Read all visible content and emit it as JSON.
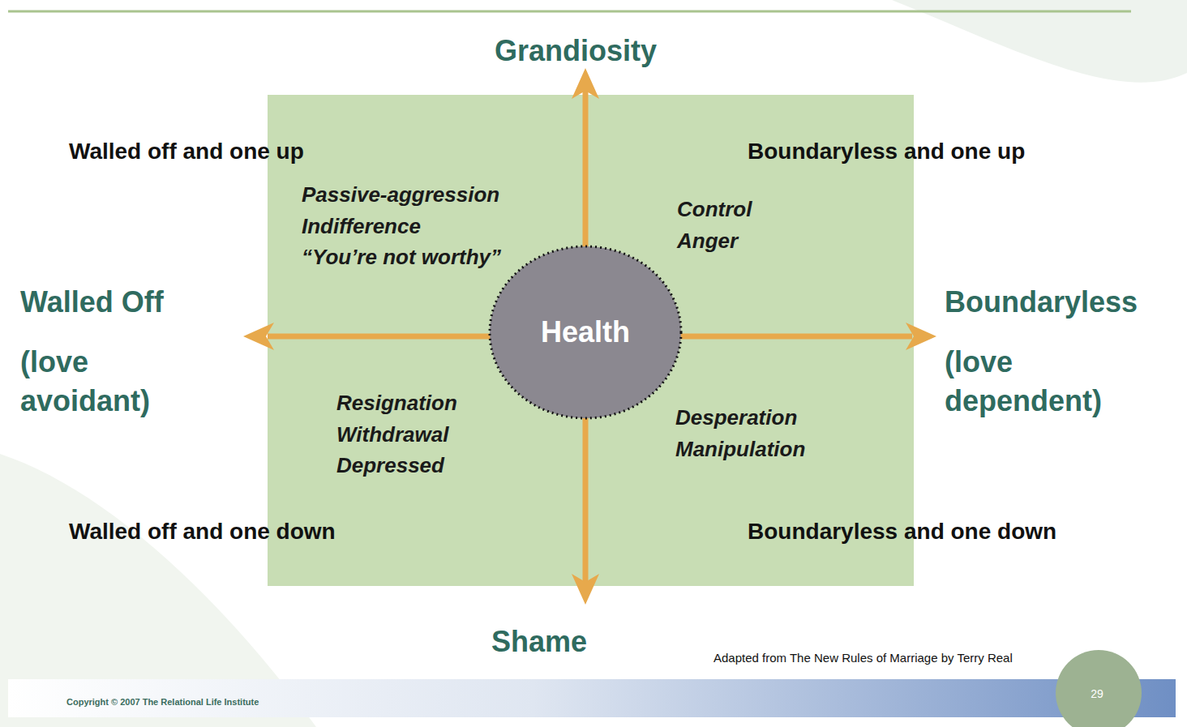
{
  "diagram": {
    "caption": "Adapted from The New Rules of Marriage by Terry Real",
    "nodes": [
      {
        "text": [
          "Health"
        ]
      }
    ],
    "labels": [
      "Grandiosity",
      "Walled Off",
      "(love avoidant)",
      "Boundaryless",
      "(love dependent)",
      "Shame",
      "Walled off and one up",
      "Boundaryless and one up",
      "Walled off and one down",
      "Boundaryless and one down",
      "Passive-aggression",
      "Indifference",
      "“You’re not worthy”",
      "Control",
      "Anger",
      "Resignation",
      "Withdrawal",
      "Depressed",
      "Desperation",
      "Manipulation",
      "29",
      "Copyright © 2007 The Relational Life Institute"
    ]
  }
}
